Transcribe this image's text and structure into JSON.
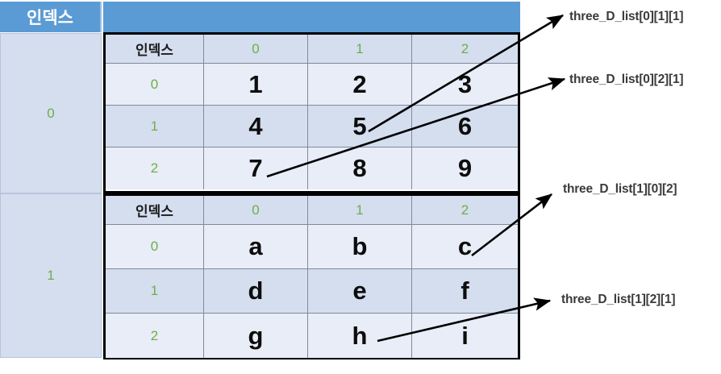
{
  "header": {
    "index_label": "인덱스"
  },
  "outer": {
    "rows": [
      {
        "index": "0"
      },
      {
        "index": "1"
      }
    ]
  },
  "tables": [
    {
      "header": {
        "index_label": "인덱스",
        "cols": [
          "0",
          "1",
          "2"
        ]
      },
      "rows": [
        {
          "index": "0",
          "cells": [
            "1",
            "2",
            "3"
          ]
        },
        {
          "index": "1",
          "cells": [
            "4",
            "5",
            "6"
          ]
        },
        {
          "index": "2",
          "cells": [
            "7",
            "8",
            "9"
          ]
        }
      ]
    },
    {
      "header": {
        "index_label": "인덱스",
        "cols": [
          "0",
          "1",
          "2"
        ]
      },
      "rows": [
        {
          "index": "0",
          "cells": [
            "a",
            "b",
            "c"
          ]
        },
        {
          "index": "1",
          "cells": [
            "d",
            "e",
            "f"
          ]
        },
        {
          "index": "2",
          "cells": [
            "g",
            "h",
            "i"
          ]
        }
      ]
    }
  ],
  "annotations": [
    {
      "label": "three_D_list[0][1][1]"
    },
    {
      "label": "three_D_list[0][2][1]"
    },
    {
      "label": "three_D_list[1][0][2]"
    },
    {
      "label": "three_D_list[1][2][1]"
    }
  ],
  "colors": {
    "header_blue": "#5B9BD5",
    "row_light": "#E8EDF7",
    "row_dark": "#D4DEEF",
    "index_green": "#70AD47",
    "annotation_text": "#3B3B3B",
    "border_black": "#000000"
  }
}
